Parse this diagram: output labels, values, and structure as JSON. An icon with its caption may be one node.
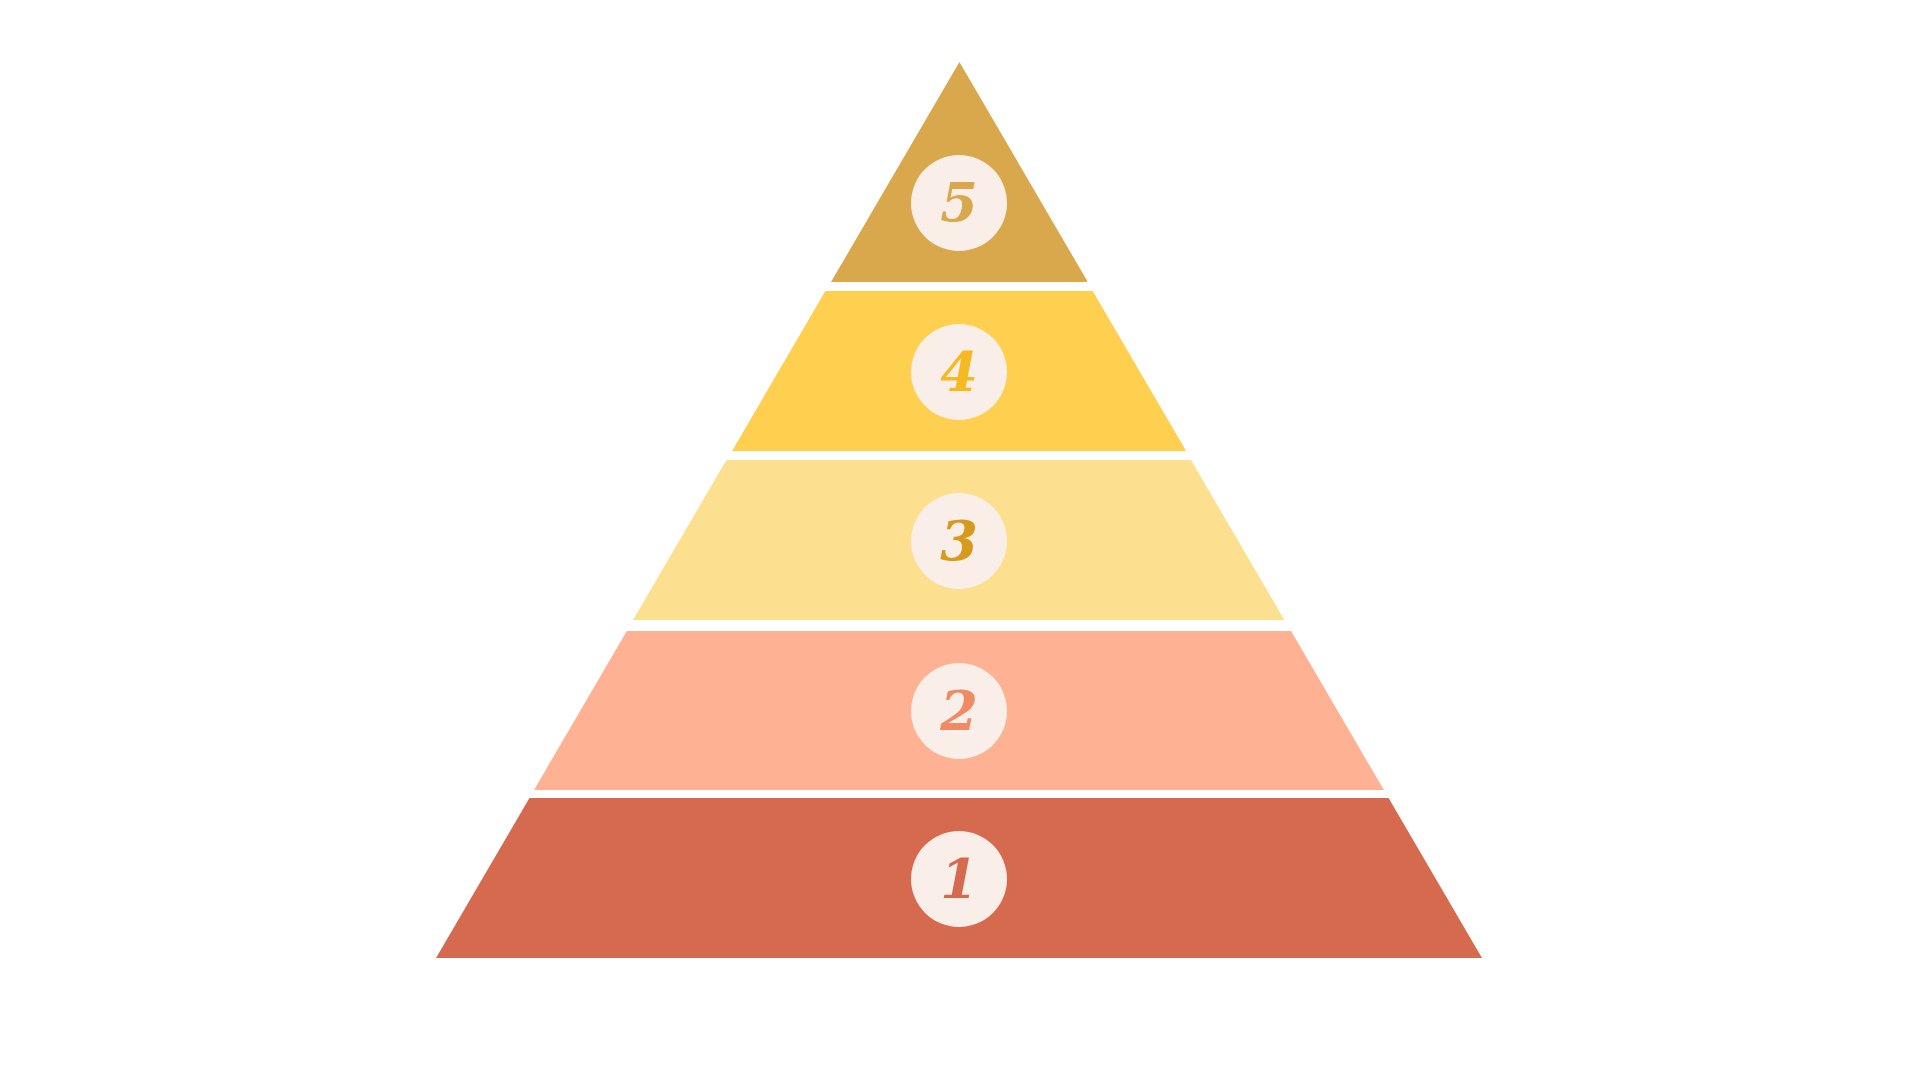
{
  "diagram": {
    "nodes": [
      {
        "text": [],
        "shape": "triangle"
      },
      {
        "text": [
          "5"
        ],
        "in": 0
      },
      {
        "text": [],
        "shape": "trapezoid"
      },
      {
        "text": [
          "4"
        ],
        "in": 2
      },
      {
        "text": [],
        "shape": "trapezoid"
      },
      {
        "text": [
          "3"
        ],
        "in": 4
      },
      {
        "text": [],
        "shape": "trapezoid"
      },
      {
        "text": [
          "2"
        ],
        "in": 6
      },
      {
        "text": [],
        "shape": "trapezoid"
      },
      {
        "text": [
          "1"
        ],
        "in": 8
      }
    ],
    "edges": []
  }
}
